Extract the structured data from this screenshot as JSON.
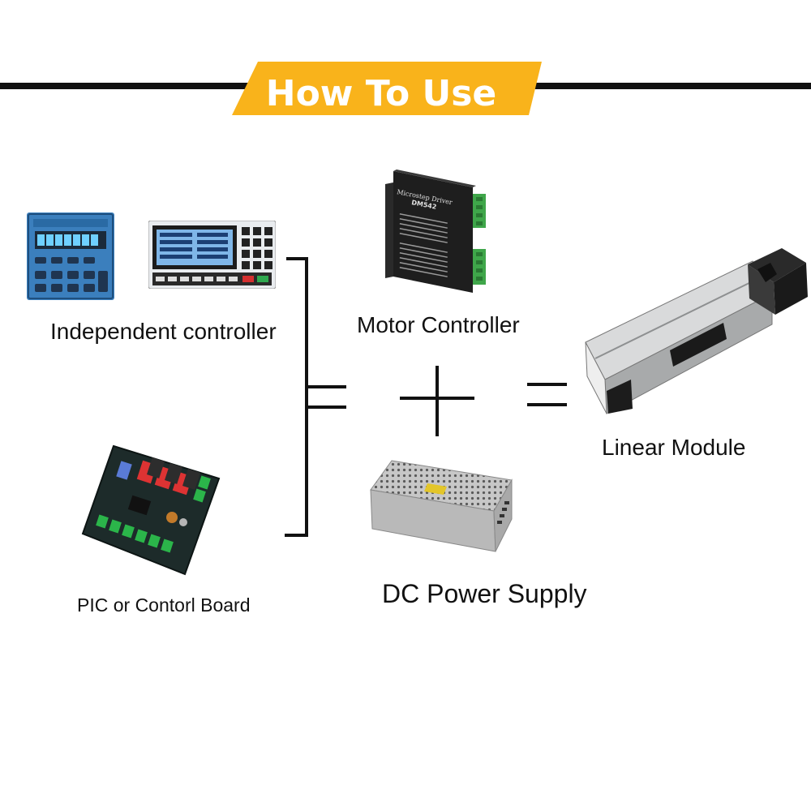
{
  "header": {
    "title": "How To Use",
    "banner_color": "#f9b31b",
    "line_color": "#111111"
  },
  "products": {
    "independent_controller": {
      "label": "Independent controller",
      "icon": "controller-panel-icon"
    },
    "plc_board": {
      "label": "PIC or Contorl Board",
      "icon": "control-board-icon"
    },
    "motor_controller": {
      "label": "Motor Controller",
      "icon": "stepper-driver-icon",
      "device_title": "Microstep Driver",
      "device_model": "DM542"
    },
    "power_supply": {
      "label": "DC Power Supply",
      "icon": "power-supply-icon"
    },
    "linear_module": {
      "label": "Linear Module",
      "icon": "linear-module-icon"
    }
  },
  "operators": {
    "plus": "plus-icon",
    "equals": "equals-icon",
    "bracket": "bracket-icon"
  }
}
